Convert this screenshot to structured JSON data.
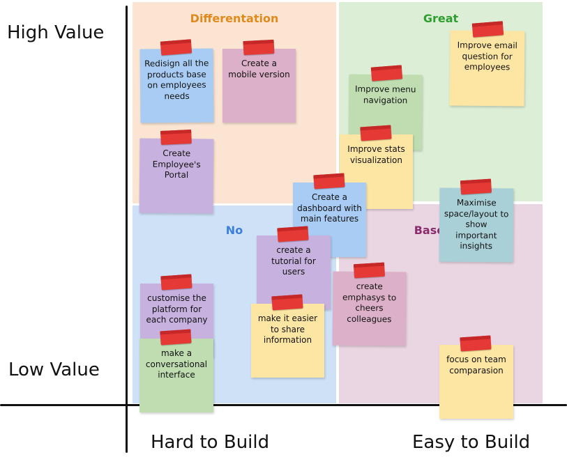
{
  "axes": {
    "y_high": "High Value",
    "y_low": "Low Value",
    "x_left": "Hard to Build",
    "x_right": "Easy to Build"
  },
  "quadrants": {
    "differentiation": {
      "label": "Differentation",
      "color": "#e08a1e",
      "fill": "#fbe5d2"
    },
    "great": {
      "label": "Great",
      "color": "#2e9e2e",
      "fill": "#dcefd6"
    },
    "no": {
      "label": "No",
      "color": "#3a7fd8",
      "fill": "#cfe1f7"
    },
    "baseline": {
      "label": "Baseline",
      "color": "#8a2c6d",
      "fill": "#ead6e2"
    }
  },
  "notes": [
    {
      "id": "redesign",
      "text": "Redisign all the products base on employees needs",
      "color": "#a9ccf4"
    },
    {
      "id": "mobile",
      "text": "Create a mobile version",
      "color": "#dcb0c9"
    },
    {
      "id": "portal",
      "text": "Create Employee's Portal",
      "color": "#c7b2df"
    },
    {
      "id": "email",
      "text": "Improve email question for employees",
      "color": "#fde6a3"
    },
    {
      "id": "menu",
      "text": "Improve menu navigation",
      "color": "#bfddb1"
    },
    {
      "id": "stats",
      "text": "Improve stats visualization",
      "color": "#fde6a3"
    },
    {
      "id": "dashboard",
      "text": "Create a dashboard with main features",
      "color": "#a9ccf4"
    },
    {
      "id": "maximise",
      "text": "Maximise space/layout to show important insights",
      "color": "#a9d0d6"
    },
    {
      "id": "tutorial",
      "text": "create a tutorial for users",
      "color": "#c7b2df"
    },
    {
      "id": "emphasys",
      "text": "create emphasys to cheers colleagues",
      "color": "#dcb0c9"
    },
    {
      "id": "customise",
      "text": "customise the platform for each company",
      "color": "#c7b2df"
    },
    {
      "id": "share",
      "text": "make it easier to share information",
      "color": "#fde6a3"
    },
    {
      "id": "conversational",
      "text": "make a conversational interface",
      "color": "#bfddb1"
    },
    {
      "id": "focus",
      "text": "focus on team comparasion",
      "color": "#fde6a3"
    }
  ]
}
